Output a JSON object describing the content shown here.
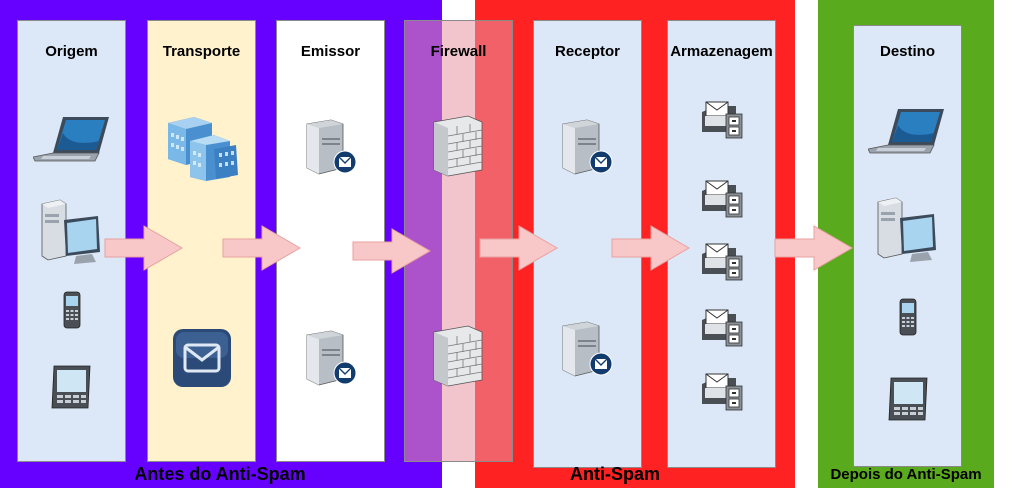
{
  "columns": {
    "origem": "Origem",
    "transporte": "Transporte",
    "emissor": "Emissor",
    "firewall": "Firewall",
    "receptor": "Receptor",
    "armazenagem": "Armazenagem",
    "destino": "Destino"
  },
  "zones": {
    "before": "Antes do Anti-Spam",
    "antispam": "Anti-Spam",
    "after": "Depois do Anti-Spam"
  },
  "colors": {
    "before_zone": "#6600ff",
    "antispam_zone": "#ff2222",
    "after_zone": "#5aaa1e",
    "column_light_blue": "#dce8f8",
    "column_light_yellow": "#fff2cc",
    "arrow_fill": "#f8c8c8"
  },
  "icons": {
    "origem": [
      "laptop-icon",
      "desktop-computer-icon",
      "mobile-phone-icon",
      "tablet-icon"
    ],
    "transporte": [
      "office-buildings-icon",
      "email-app-icon"
    ],
    "emissor": [
      "mail-server-icon",
      "mail-server-icon"
    ],
    "firewall": [
      "firewall-icon",
      "firewall-icon"
    ],
    "receptor": [
      "mail-server-icon",
      "mail-server-icon"
    ],
    "armazenagem": [
      "mailbox-storage-icon",
      "mailbox-storage-icon",
      "mailbox-storage-icon",
      "mailbox-storage-icon",
      "mailbox-storage-icon"
    ],
    "destino": [
      "laptop-icon",
      "desktop-computer-icon",
      "mobile-phone-icon",
      "tablet-icon"
    ]
  }
}
